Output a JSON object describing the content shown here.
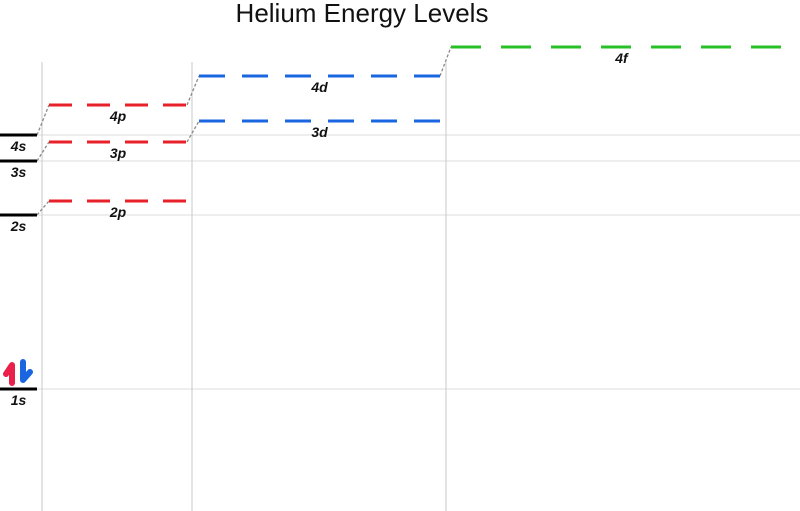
{
  "title": "Helium Energy Levels",
  "colors": {
    "s": "#000000",
    "p": "#e8202a",
    "d": "#1a66e0",
    "f": "#27c026",
    "spin_up": "#e8204a",
    "spin_down": "#1a66e0",
    "grid": "#dcdcdc",
    "column_rule": "#c8c8c8",
    "connector": "#8a8a8a"
  },
  "levels": [
    {
      "label": "1s",
      "column": "s",
      "electrons": [
        "up",
        "down"
      ]
    },
    {
      "label": "2s",
      "column": "s"
    },
    {
      "label": "3s",
      "column": "s"
    },
    {
      "label": "4s",
      "column": "s"
    },
    {
      "label": "2p",
      "column": "p"
    },
    {
      "label": "3p",
      "column": "p"
    },
    {
      "label": "4p",
      "column": "p"
    },
    {
      "label": "3d",
      "column": "d"
    },
    {
      "label": "4d",
      "column": "d"
    },
    {
      "label": "4f",
      "column": "f"
    }
  ],
  "connectors": [
    {
      "from": "2s",
      "to": "2p"
    },
    {
      "from": "3s",
      "to": "3p"
    },
    {
      "from": "4s",
      "to": "4p"
    },
    {
      "from": "3p",
      "to": "3d"
    },
    {
      "from": "4p",
      "to": "4d"
    },
    {
      "from": "4d",
      "to": "4f"
    }
  ]
}
